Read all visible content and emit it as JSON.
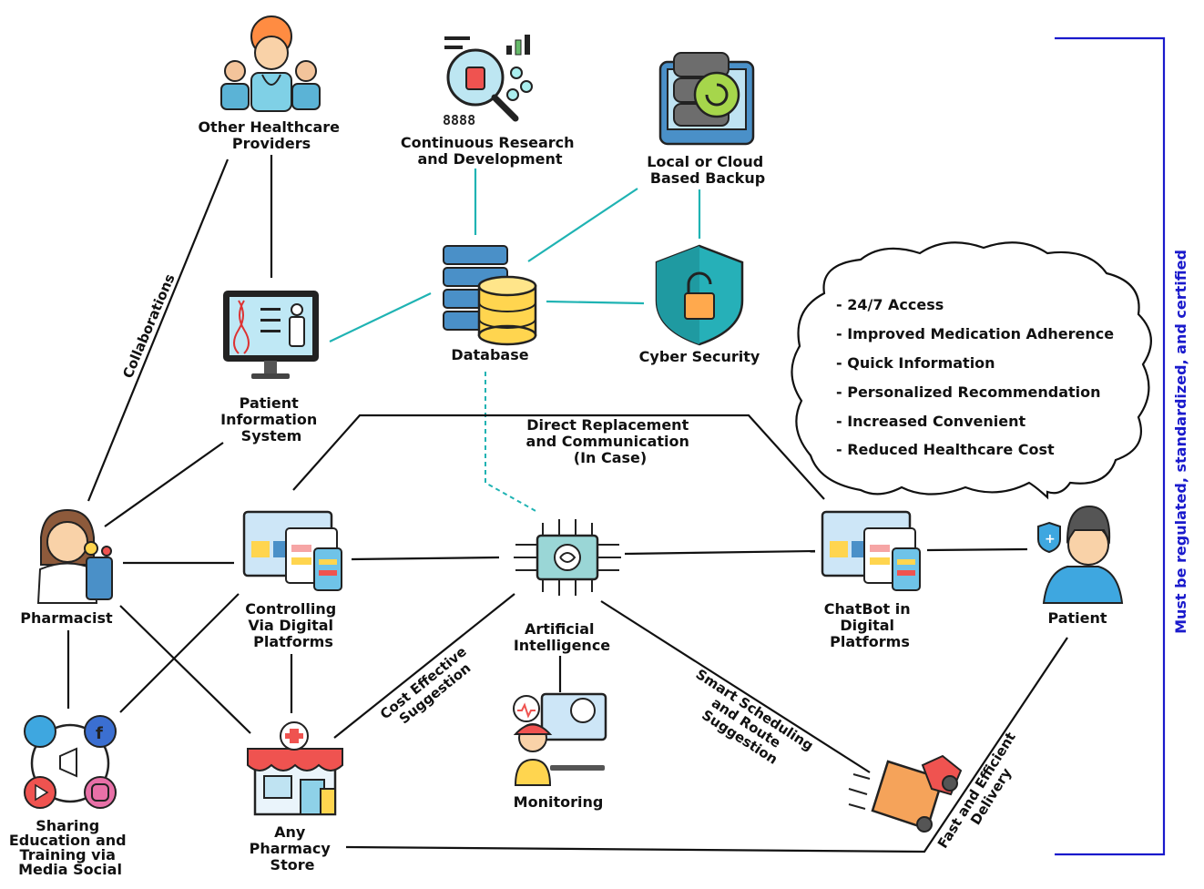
{
  "nodes": {
    "other_providers": [
      "Other Healthcare",
      "Providers"
    ],
    "research": [
      "Continuous Research",
      "and Development"
    ],
    "backup": [
      "Local or Cloud",
      "Based Backup"
    ],
    "patient_info": [
      "Patient",
      "Information",
      "System"
    ],
    "database": "Database",
    "cyber": "Cyber Security",
    "pharmacist": "Pharmacist",
    "controlling": [
      "Controlling",
      "Via Digital",
      "Platforms"
    ],
    "ai": [
      "Artificial",
      "Intelligence"
    ],
    "chatbot": [
      "ChatBot in",
      "Digital",
      "Platforms"
    ],
    "patient": "Patient",
    "social": [
      "Sharing",
      "Education and",
      "Training via",
      "Media Social"
    ],
    "store": [
      "Any",
      "Pharmacy",
      "Store"
    ],
    "monitoring": "Monitoring"
  },
  "edge_labels": {
    "collaborations": "Collaborations",
    "direct": [
      "Direct Replacement",
      "and Communication",
      "(In Case)"
    ],
    "cost": [
      "Cost Effective",
      "Suggestion"
    ],
    "smart": [
      "Smart Scheduling",
      "and Route",
      "Suggestion"
    ],
    "delivery": [
      "Fast and Efficient",
      "Delivery"
    ]
  },
  "benefits": [
    "- 24/7 Access",
    "- Improved Medication Adherence",
    "- Quick Information",
    "- Personalized Recommendation",
    "- Increased Convenient",
    "- Reduced Healthcare Cost"
  ],
  "side_note": "Must be regulated, standardized, and certified",
  "colors": {
    "edge": "#111111",
    "data_link": "#1fb3b3",
    "bracket": "#1a1acc"
  }
}
